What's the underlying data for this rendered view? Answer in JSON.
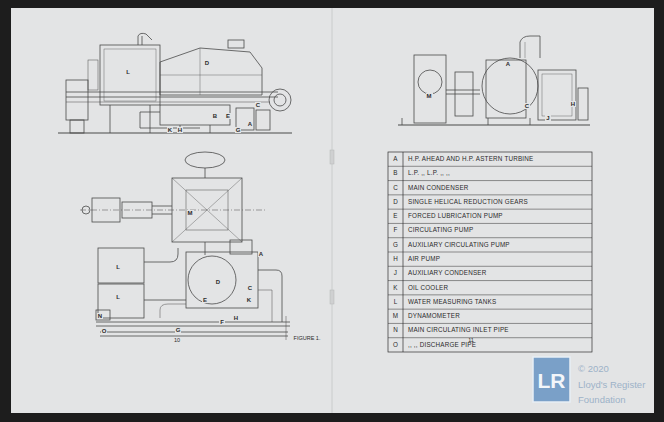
{
  "diagram": {
    "caption": "FIGURE 1.",
    "labels": [
      "10",
      "11",
      "A",
      "H.P. AHEAD AND H.P. ASTERN TURBINE",
      "B",
      "L.P. ,, L.P. ,, ,,",
      "C",
      "MAIN CONDENSER",
      "D",
      "SINGLE HELICAL REDUCTION GEARS",
      "E",
      "FORCED LUBRICATION PUMP",
      "F",
      "CIRCULATING PUMP",
      "G",
      "AUXILIARY CIRCULATING PUMP",
      "H",
      "AIR PUMP",
      "J",
      "AUXILIARY CONDENSER",
      "K",
      "OIL COOLER",
      "L",
      "WATER MEASURING TANKS",
      "M",
      "DYNAMOMETER",
      "N",
      "MAIN CIRCULATING INLET PIPE",
      "O",
      ",, ,, DISCHARGE PIPE",
      "L",
      "D",
      "K",
      "H",
      "E",
      "B",
      "A",
      "C",
      "G",
      "M",
      "A",
      "C",
      "H",
      "J",
      "M",
      "L",
      "L",
      "D",
      "A",
      "C",
      "K",
      "N",
      "O",
      "F",
      "H",
      "G",
      "E",
      "LR",
      "© 2020",
      "Lloyd's Register",
      "Foundation"
    ]
  }
}
